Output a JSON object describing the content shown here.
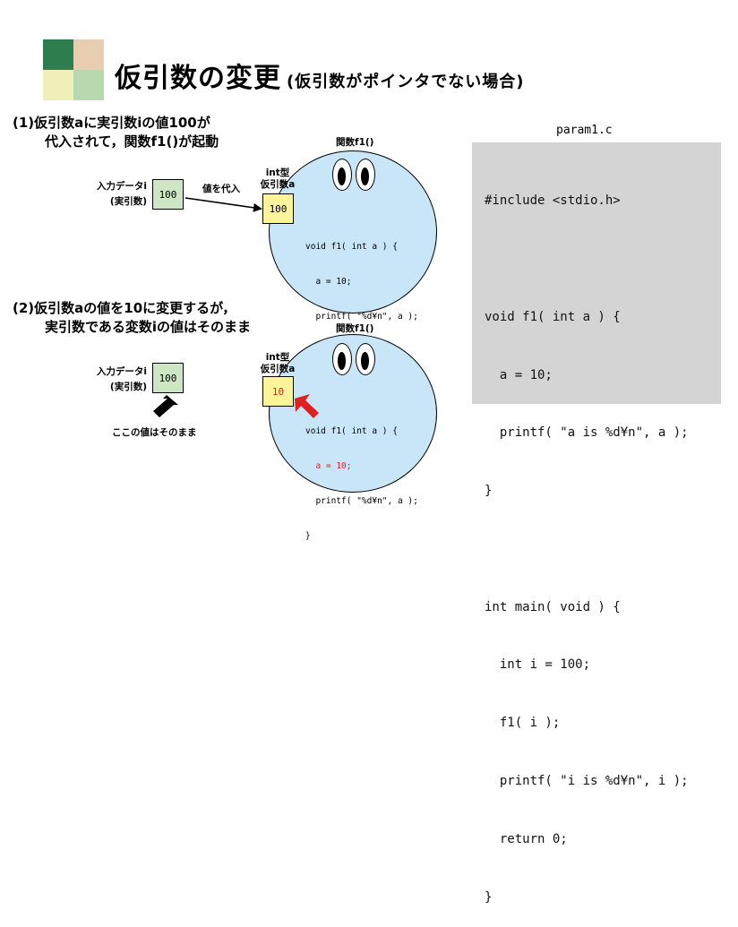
{
  "title": {
    "main": "仮引数の変更",
    "sub": "(仮引数がポインタでない場合)"
  },
  "logo_colors": [
    "#2e7d4f",
    "#e8ceb0",
    "#eef0b8",
    "#b8d8b0"
  ],
  "section1": {
    "heading_line1": "(1)仮引数aに実引数iの値100が",
    "heading_line2": "代入されて，関数f1()が起動",
    "func_label": "関数f1()",
    "input_label_line1": "入力データi",
    "input_label_line2": "(実引数)",
    "actual_value": "100",
    "arrow_label": "値を代入",
    "param_label_line1": "int型",
    "param_label_line2": "仮引数a",
    "param_value": "100",
    "code": [
      "void f1( int a ) {",
      "  a = 10;",
      "  printf( \"%d¥n\", a );",
      "}"
    ]
  },
  "section2": {
    "heading_line1": "(2)仮引数aの値を10に変更するが，",
    "heading_line2": "実引数である変数iの値はそのまま",
    "func_label": "関数f1()",
    "input_label_line1": "入力データi",
    "input_label_line2": "(実引数)",
    "actual_value": "100",
    "unchanged_label": "ここの値はそのまま",
    "param_label_line1": "int型",
    "param_label_line2": "仮引数a",
    "param_value": "10",
    "code": [
      "void f1( int a ) {",
      "  a = 10;",
      "  printf( \"%d¥n\", a );",
      "}"
    ]
  },
  "code_file": {
    "filename": "param1.c",
    "lines": [
      "#include <stdio.h>",
      "",
      "void f1( int a ) {",
      "  a = 10;",
      "  printf( \"a is %d¥n\", a );",
      "}",
      "",
      "int main( void ) {",
      "  int i = 100;",
      "  f1( i );",
      "  printf( \"i is %d¥n\", i );",
      "  return 0;",
      "}"
    ]
  },
  "colors": {
    "actual_box": "#cfe6c4",
    "param_box": "#fdf39a",
    "function_circle": "#c8e6f8",
    "code_panel": "#d4d4d4",
    "highlight_red": "#e02020"
  }
}
